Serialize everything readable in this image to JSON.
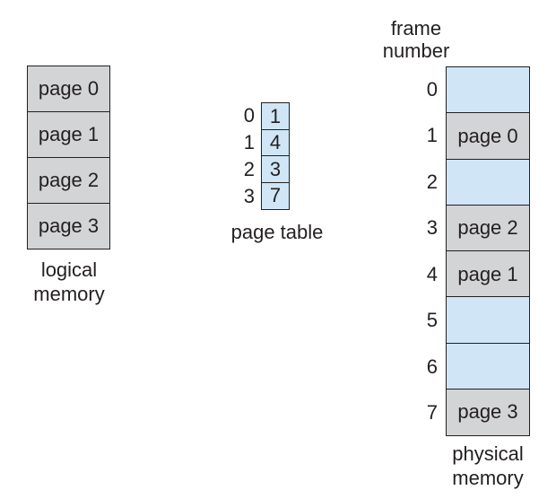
{
  "logical_memory": {
    "cells": [
      "page 0",
      "page 1",
      "page 2",
      "page 3"
    ],
    "caption_line1": "logical",
    "caption_line2": "memory"
  },
  "page_table": {
    "rows": [
      {
        "index": "0",
        "value": "1"
      },
      {
        "index": "1",
        "value": "4"
      },
      {
        "index": "2",
        "value": "3"
      },
      {
        "index": "3",
        "value": "7"
      }
    ],
    "caption": "page table"
  },
  "physical_memory": {
    "header_line1": "frame",
    "header_line2": "number",
    "frames": [
      {
        "number": "0",
        "label": "",
        "occupied": false
      },
      {
        "number": "1",
        "label": "page 0",
        "occupied": true
      },
      {
        "number": "2",
        "label": "",
        "occupied": false
      },
      {
        "number": "3",
        "label": "page 2",
        "occupied": true
      },
      {
        "number": "4",
        "label": "page 1",
        "occupied": true
      },
      {
        "number": "5",
        "label": "",
        "occupied": false
      },
      {
        "number": "6",
        "label": "",
        "occupied": false
      },
      {
        "number": "7",
        "label": "page 3",
        "occupied": true
      }
    ],
    "caption_line1": "physical",
    "caption_line2": "memory"
  },
  "colors": {
    "occupied_fill": "#d3d4d6",
    "free_fill": "#d0e6f6",
    "border": "#231f20",
    "text": "#231f20"
  }
}
